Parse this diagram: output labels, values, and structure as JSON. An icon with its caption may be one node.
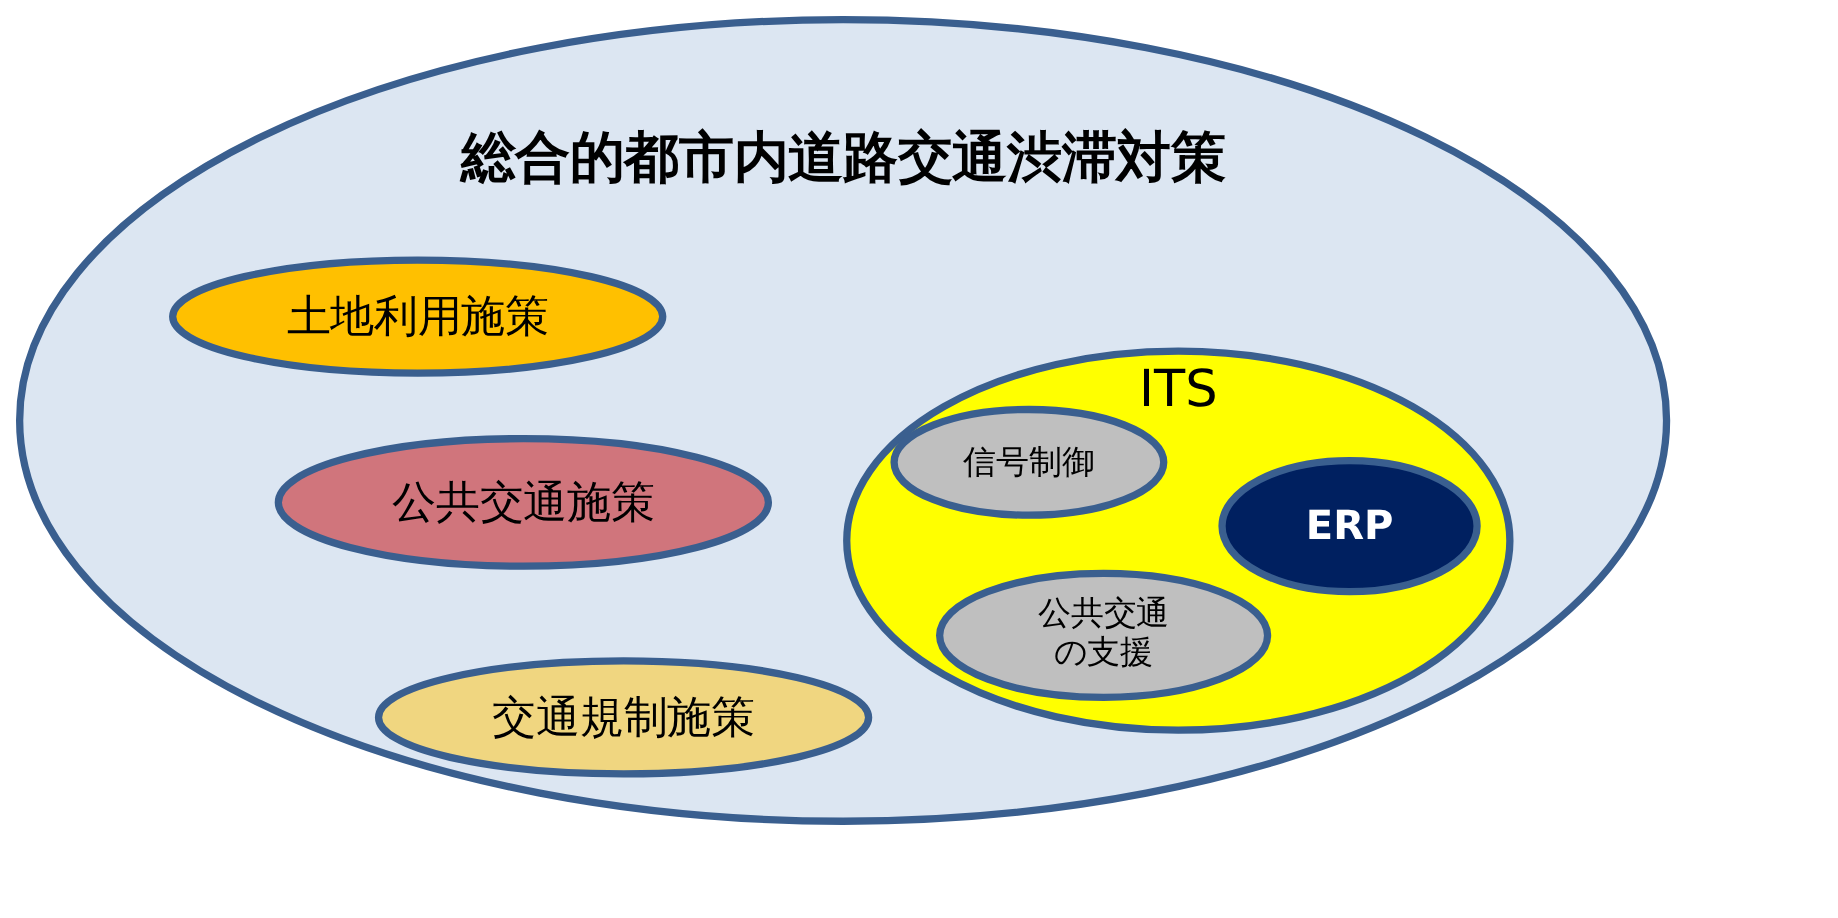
{
  "diagram": {
    "nodes": [
      {
        "text": [
          "総合的都市内道路交通渋滞対策"
        ]
      },
      {
        "text": [
          "土地利用施策"
        ],
        "in": 0
      },
      {
        "text": [
          "公共交通施策"
        ],
        "in": 0
      },
      {
        "text": [
          "交通規制施策"
        ],
        "in": 0
      },
      {
        "text": [
          "ITS"
        ],
        "in": 0
      },
      {
        "text": [
          "信号制御"
        ],
        "in": 4
      },
      {
        "text": [
          "ERP"
        ],
        "in": 4
      },
      {
        "text": [
          "公共交通の支援"
        ],
        "in": 4
      }
    ]
  }
}
